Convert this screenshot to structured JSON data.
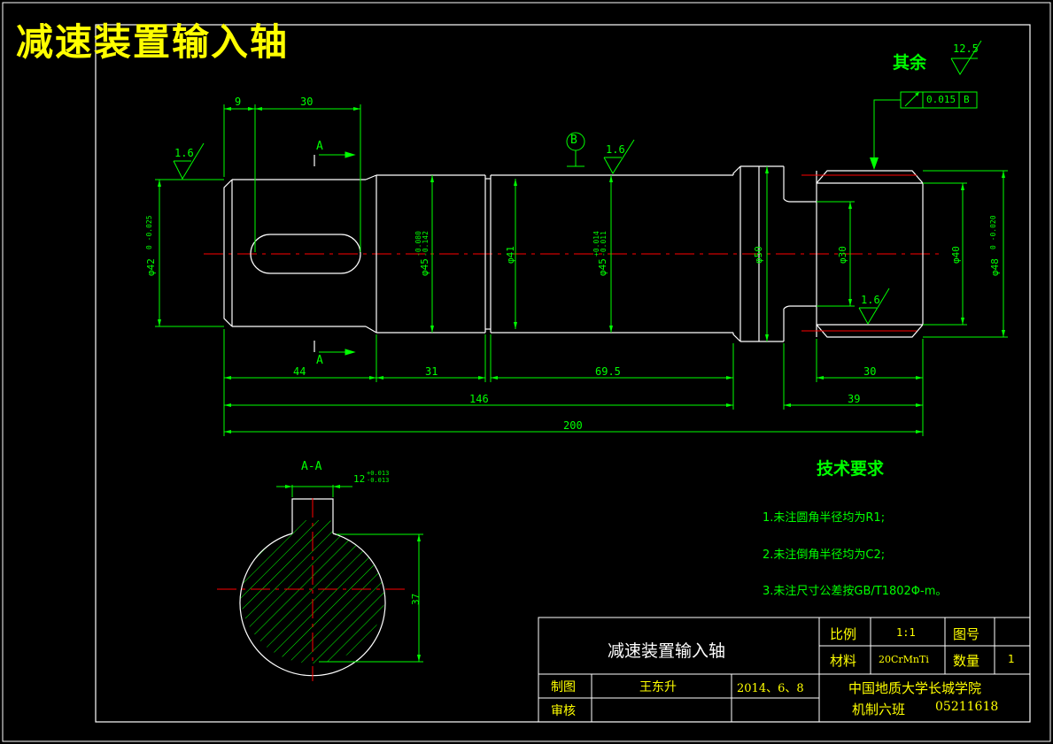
{
  "header": {
    "title": "减速装置输入轴"
  },
  "roughness": {
    "general_label": "其余",
    "general_value": "12.5",
    "left_end": "1.6",
    "middle": "1.6",
    "right_end": "1.6"
  },
  "geometric_tolerance": {
    "value": "0.015",
    "datum": "B"
  },
  "datum_label": "B",
  "section_marks": {
    "top": "A",
    "bottom": "A",
    "section_title": "A-A"
  },
  "dimensions": {
    "d9": "9",
    "d30_top": "30",
    "len44": "44",
    "len31": "31",
    "len69_5": "69.5",
    "len146": "146",
    "len200": "200",
    "len30_bottom": "30",
    "len39": "39",
    "dia42": "φ42",
    "dia42_tol": "0 -0.025",
    "dia45a": "φ45",
    "dia45a_tol": "-0.080 -0.142",
    "dia41": "φ41",
    "dia45b": "φ45",
    "dia45b_tol": "+0.014 -0.011",
    "dia50": "φ50",
    "dia30": "φ30",
    "dia40": "φ40",
    "dia48": "φ48",
    "dia48_tol": "0 -0.020",
    "key_width": "12",
    "key_tol": "+0.013 -0.013",
    "depth37": "37"
  },
  "tech_requirements": {
    "title": "技术要求",
    "items": [
      "1.未注圆角半径均为R1;",
      "2.未注倒角半径均为C2;",
      "3.未注尺寸公差按GB/T1802Φ-m。"
    ]
  },
  "title_block": {
    "part_name": "减速装置输入轴",
    "scale_label": "比例",
    "scale_value": "1:1",
    "drawing_no_label": "图号",
    "drawing_no_value": "",
    "material_label": "材料",
    "material_value": "20CrMnTi",
    "quantity_label": "数量",
    "quantity_value": "1",
    "drawn_label": "制图",
    "drawn_by": "王东升",
    "date": "2014、6、8",
    "checked_label": "审核",
    "checked_by": "",
    "school": "中国地质大学长城学院",
    "class_label": "机制六班",
    "student_id": "05211618"
  },
  "colors": {
    "line": "#ffffff",
    "dim": "#00ff00",
    "center": "#ff0000",
    "title": "#ffff00",
    "hatch": "#00ff00"
  }
}
